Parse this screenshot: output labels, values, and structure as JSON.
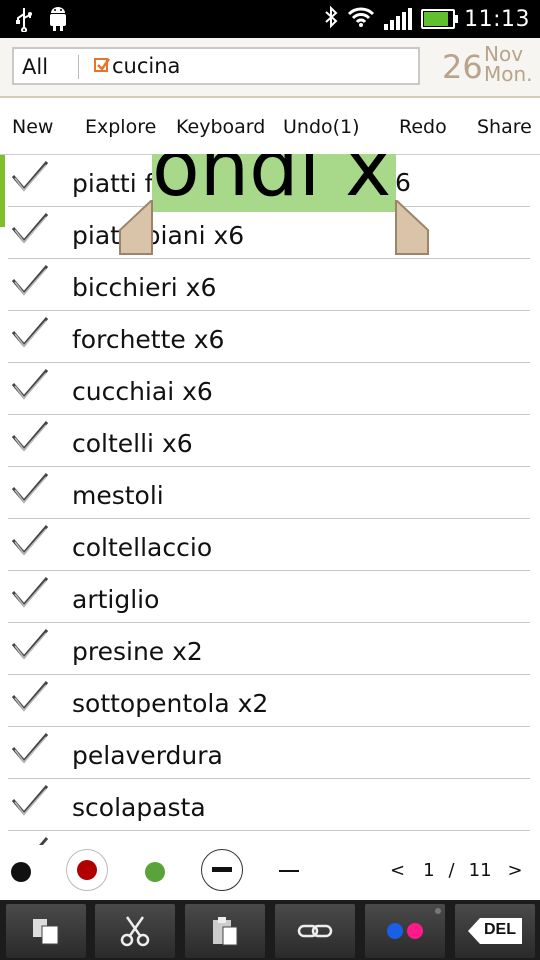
{
  "status_bar": {
    "time": "11:13"
  },
  "search": {
    "filter_label": "All",
    "query": "cucina"
  },
  "date": {
    "day": "26",
    "month": "Nov",
    "weekday": "Mon."
  },
  "toolbar": {
    "new": "New",
    "explore": "Explore",
    "keyboard": "Keyboard",
    "undo": "Undo(1)",
    "redo": "Redo",
    "share": "Share"
  },
  "selection": {
    "magnified_text": "ondi x",
    "tail_text": "6",
    "visible_prefix": "piatti f"
  },
  "items": [
    {
      "label": "piatti fondi x6",
      "checked": true
    },
    {
      "label": "piatti piani x6",
      "checked": true
    },
    {
      "label": "bicchieri x6",
      "checked": true
    },
    {
      "label": "forchette x6",
      "checked": true
    },
    {
      "label": "cucchiai x6",
      "checked": true
    },
    {
      "label": "coltelli x6",
      "checked": true
    },
    {
      "label": "mestoli",
      "checked": true
    },
    {
      "label": "coltellaccio",
      "checked": true
    },
    {
      "label": "artiglio",
      "checked": true
    },
    {
      "label": "presine x2",
      "checked": true
    },
    {
      "label": "sottopentola x2",
      "checked": true
    },
    {
      "label": "pelaverdura",
      "checked": true
    },
    {
      "label": "scolapasta",
      "checked": true
    }
  ],
  "colors": {
    "black": "#111111",
    "red": "#b00000",
    "green": "#5aa33a",
    "accent": "#7fbf2a"
  },
  "pager": {
    "prev": "<",
    "current": "1",
    "sep": "/",
    "total": "11",
    "next": ">"
  },
  "buttons": {
    "del_label": "DEL"
  }
}
